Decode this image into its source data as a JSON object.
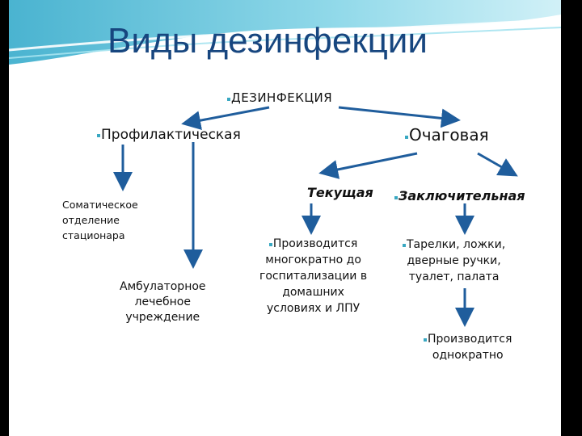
{
  "title": "Виды дезинфекции",
  "colors": {
    "title": "#17467f",
    "arrow": "#1f5d9c",
    "bullet": "#39a8c2",
    "wave": "#5cc3dc"
  },
  "diagram": {
    "root": "ДЕЗИНФЕКЦИЯ",
    "profilactic": "Профилактическая",
    "focal": "Очаговая",
    "current": "Текущая",
    "final": "Заключительная",
    "somatic": [
      "Соматическое",
      "отделение",
      "стационара"
    ],
    "outpatient": [
      "Амбулаторное",
      "лечебное",
      "учреждение"
    ],
    "current_desc": [
      "Производится",
      "многократно до",
      "госпитализации в",
      "домашних",
      "условиях и ЛПУ"
    ],
    "final_desc": [
      "Тарелки, ложки,",
      "дверные ручки,",
      "туалет, палата"
    ],
    "final_once": [
      "Производится",
      "однократно"
    ]
  }
}
